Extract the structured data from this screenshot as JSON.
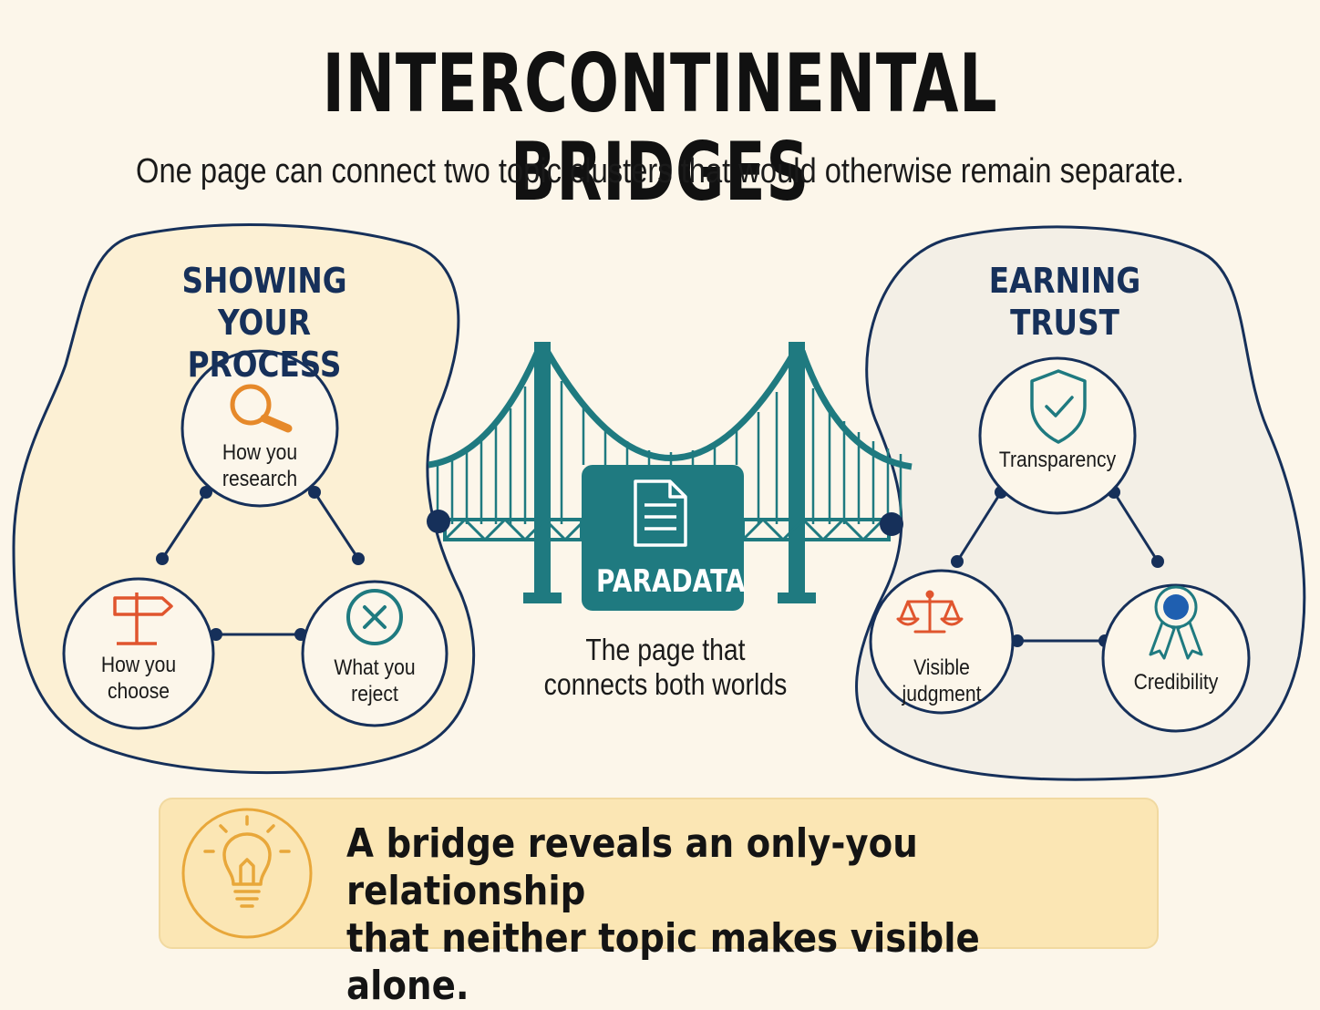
{
  "header": {
    "title": "INTERCONTINENTAL BRIDGES",
    "subtitle": "One page can connect two topic clusters that would otherwise remain separate."
  },
  "left_cluster": {
    "title_line1": "SHOWING",
    "title_line2": "YOUR PROCESS",
    "nodes": [
      {
        "line1": "How you",
        "line2": "research",
        "icon": "magnifier-icon"
      },
      {
        "line1": "How you",
        "line2": "choose",
        "icon": "signpost-icon"
      },
      {
        "line1": "What you",
        "line2": "reject",
        "icon": "x-circle-icon"
      }
    ]
  },
  "right_cluster": {
    "title_line1": "EARNING",
    "title_line2": "TRUST",
    "nodes": [
      {
        "line1": "Transparency",
        "icon": "shield-check-icon"
      },
      {
        "line1": "Visible",
        "line2": "judgment",
        "icon": "scales-icon"
      },
      {
        "line1": "Credibility",
        "icon": "award-ribbon-icon"
      }
    ]
  },
  "bridge": {
    "label": "PARADATA",
    "icon": "document-icon",
    "caption_line1": "The page that",
    "caption_line2": "connects both worlds"
  },
  "footer": {
    "line1": "A bridge reveals an only-you relationship",
    "line2": "that neither topic makes visible alone.",
    "icon": "lightbulb-icon"
  },
  "colors": {
    "background": "#fcf6ea",
    "navy": "#16305a",
    "teal": "#1f7a80",
    "orange": "#e6892a",
    "footer_bg": "#fbe6b4"
  }
}
